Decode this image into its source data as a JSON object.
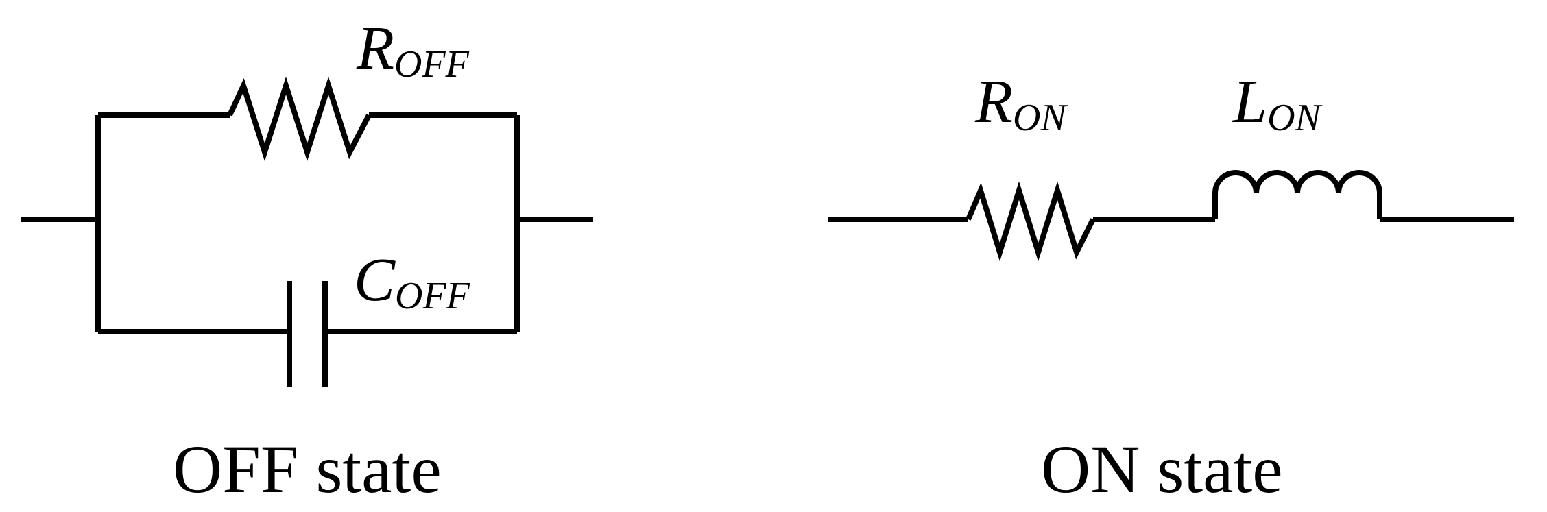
{
  "colors": {
    "line": "#000000",
    "background": "#ffffff"
  },
  "off_circuit": {
    "caption": "OFF state",
    "resistor": {
      "symbol": "R",
      "subscript": "OFF"
    },
    "capacitor": {
      "symbol": "C",
      "subscript": "OFF"
    }
  },
  "on_circuit": {
    "caption": "ON state",
    "resistor": {
      "symbol": "R",
      "subscript": "ON"
    },
    "inductor": {
      "symbol": "L",
      "subscript": "ON"
    }
  }
}
